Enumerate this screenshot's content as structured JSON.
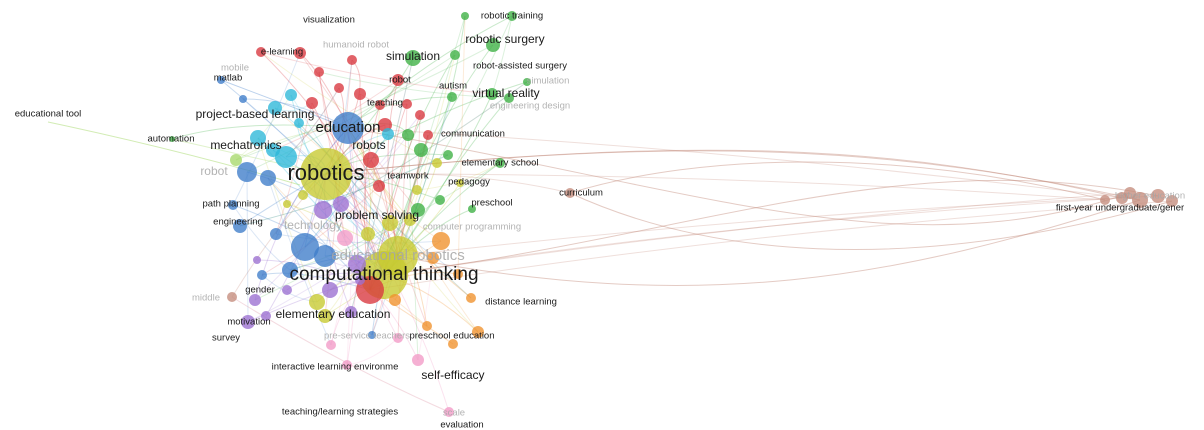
{
  "colors": {
    "red": "#d9363e",
    "green": "#3cb043",
    "blue": "#3d7cc9",
    "cyan": "#2bb7d9",
    "yellow": "#c6c92e",
    "purple": "#9b6fd1",
    "orange": "#f0912b",
    "pink": "#f29ac6",
    "lightgreen": "#a6d96a",
    "brown": "#c48c7c"
  },
  "clusters": [
    "red",
    "green",
    "blue",
    "cyan",
    "yellow",
    "purple",
    "orange",
    "pink",
    "lightgreen",
    "brown"
  ],
  "labels": [
    {
      "text": "visualization",
      "weight": "normal",
      "color": "dark"
    },
    {
      "text": "robotic training",
      "weight": "normal",
      "color": "dark"
    },
    {
      "text": "robotic surgery",
      "weight": "medium",
      "color": "dark"
    },
    {
      "text": "e-learning",
      "weight": "normal",
      "color": "dark"
    },
    {
      "text": "humanoid robot",
      "weight": "normal",
      "color": "faded"
    },
    {
      "text": "simulation",
      "weight": "medium",
      "color": "dark"
    },
    {
      "text": "robot-assisted surgery",
      "weight": "normal",
      "color": "dark"
    },
    {
      "text": "mobile",
      "weight": "normal",
      "color": "faded"
    },
    {
      "text": "matlab",
      "weight": "normal",
      "color": "dark"
    },
    {
      "text": "robot",
      "weight": "normal",
      "color": "dark"
    },
    {
      "text": "simulation",
      "weight": "normal",
      "color": "faded"
    },
    {
      "text": "autism",
      "weight": "normal",
      "color": "dark"
    },
    {
      "text": "virtual reality",
      "weight": "medium",
      "color": "dark"
    },
    {
      "text": "engineering design",
      "weight": "normal",
      "color": "faded"
    },
    {
      "text": "teaching",
      "weight": "normal",
      "color": "dark"
    },
    {
      "text": "educational tool",
      "weight": "normal",
      "color": "dark"
    },
    {
      "text": "project-based learning",
      "weight": "medium",
      "color": "dark"
    },
    {
      "text": "education",
      "weight": "large",
      "color": "dark"
    },
    {
      "text": "automation",
      "weight": "normal",
      "color": "dark"
    },
    {
      "text": "communication",
      "weight": "normal",
      "color": "dark"
    },
    {
      "text": "mechatronics",
      "weight": "medium",
      "color": "dark"
    },
    {
      "text": "robots",
      "weight": "medium",
      "color": "dark"
    },
    {
      "text": "elementary school",
      "weight": "normal",
      "color": "dark"
    },
    {
      "text": "robotics",
      "weight": "xlarge",
      "color": "dark"
    },
    {
      "text": "robot",
      "weight": "medium",
      "color": "faded"
    },
    {
      "text": "teamwork",
      "weight": "normal",
      "color": "dark"
    },
    {
      "text": "pedagogy",
      "weight": "normal",
      "color": "dark"
    },
    {
      "text": "curriculum",
      "weight": "normal",
      "color": "dark"
    },
    {
      "text": "first-year undergraduate/gener",
      "weight": "normal",
      "color": "dark"
    },
    {
      "text": "path planning",
      "weight": "normal",
      "color": "dark"
    },
    {
      "text": "preschool",
      "weight": "normal",
      "color": "dark"
    },
    {
      "text": "problem solving",
      "weight": "medium",
      "color": "dark"
    },
    {
      "text": "engineering",
      "weight": "normal",
      "color": "dark"
    },
    {
      "text": "technology",
      "weight": "medium",
      "color": "faded"
    },
    {
      "text": "computer programming",
      "weight": "normal",
      "color": "faded"
    },
    {
      "text": "educational robotics",
      "weight": "large",
      "color": "faded"
    },
    {
      "text": "computational thinking",
      "weight": "xlarge2",
      "color": "dark"
    },
    {
      "text": "gender",
      "weight": "normal",
      "color": "dark"
    },
    {
      "text": "middle",
      "weight": "normal",
      "color": "faded"
    },
    {
      "text": "distance learning",
      "weight": "normal",
      "color": "dark"
    },
    {
      "text": "elementary education",
      "weight": "medium",
      "color": "dark"
    },
    {
      "text": "motivation",
      "weight": "normal",
      "color": "dark"
    },
    {
      "text": "survey",
      "weight": "normal",
      "color": "dark"
    },
    {
      "text": "pre-service teachers",
      "weight": "normal",
      "color": "faded"
    },
    {
      "text": "preschool education",
      "weight": "normal",
      "color": "dark"
    },
    {
      "text": "interactive learning environme",
      "weight": "normal",
      "color": "dark"
    },
    {
      "text": "self-efficacy",
      "weight": "medium",
      "color": "dark"
    },
    {
      "text": "teaching/learning strategies",
      "weight": "normal",
      "color": "dark"
    },
    {
      "text": "scale",
      "weight": "normal",
      "color": "faded"
    },
    {
      "text": "evaluation",
      "weight": "normal",
      "color": "dark"
    },
    {
      "text": "higher education",
      "weight": "normal",
      "color": "faded"
    }
  ]
}
